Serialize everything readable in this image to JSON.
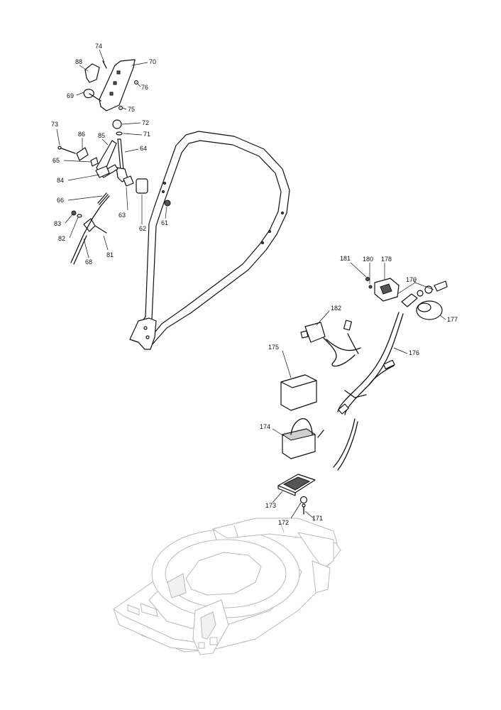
{
  "callouts": [
    {
      "id": "74",
      "text": "74"
    },
    {
      "id": "88",
      "text": "88"
    },
    {
      "id": "70",
      "text": "70"
    },
    {
      "id": "76",
      "text": "76"
    },
    {
      "id": "69",
      "text": "69"
    },
    {
      "id": "75",
      "text": "75"
    },
    {
      "id": "72",
      "text": "72"
    },
    {
      "id": "73",
      "text": "73"
    },
    {
      "id": "86",
      "text": "86"
    },
    {
      "id": "85",
      "text": "85"
    },
    {
      "id": "71",
      "text": "71"
    },
    {
      "id": "64",
      "text": "64"
    },
    {
      "id": "65",
      "text": "65"
    },
    {
      "id": "84",
      "text": "84"
    },
    {
      "id": "66",
      "text": "66"
    },
    {
      "id": "83",
      "text": "83"
    },
    {
      "id": "82",
      "text": "82"
    },
    {
      "id": "81",
      "text": "81"
    },
    {
      "id": "68",
      "text": "68"
    },
    {
      "id": "63",
      "text": "63"
    },
    {
      "id": "62",
      "text": "62"
    },
    {
      "id": "61",
      "text": "61"
    },
    {
      "id": "181",
      "text": "181"
    },
    {
      "id": "180",
      "text": "180"
    },
    {
      "id": "178",
      "text": "178"
    },
    {
      "id": "179",
      "text": "179"
    },
    {
      "id": "177",
      "text": "177"
    },
    {
      "id": "182",
      "text": "182"
    },
    {
      "id": "176",
      "text": "176"
    },
    {
      "id": "175",
      "text": "175"
    },
    {
      "id": "174",
      "text": "174"
    },
    {
      "id": "173",
      "text": "173"
    },
    {
      "id": "172",
      "text": "172"
    },
    {
      "id": "171",
      "text": "171"
    }
  ]
}
